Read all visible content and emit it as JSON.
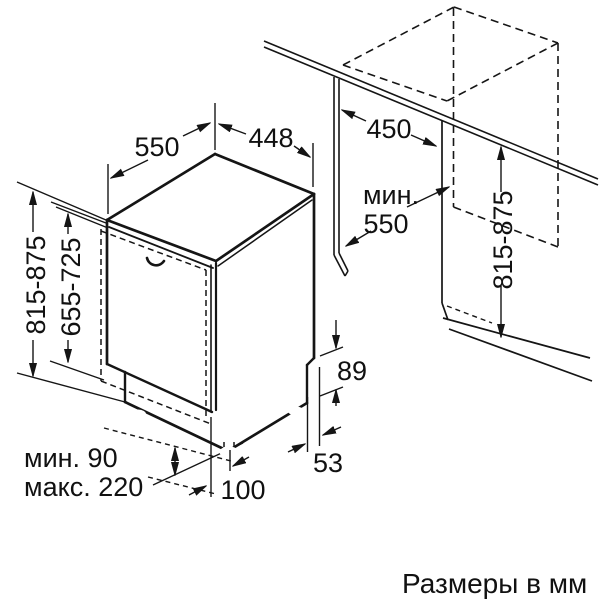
{
  "diagram": {
    "caption": "Размеры в мм",
    "labels": {
      "top_depth": "550",
      "top_width": "448",
      "niche_width": "450",
      "niche_depth_min_word": "мин.",
      "niche_depth_min_value": "550",
      "height_left": "815-875",
      "panel_height": "655-725",
      "height_right": "815-875",
      "rear_gap": "89",
      "base_offset": "53",
      "toe_kick_depth": "100",
      "plinth_min": "мин. 90",
      "plinth_max": "макс. 220"
    }
  }
}
